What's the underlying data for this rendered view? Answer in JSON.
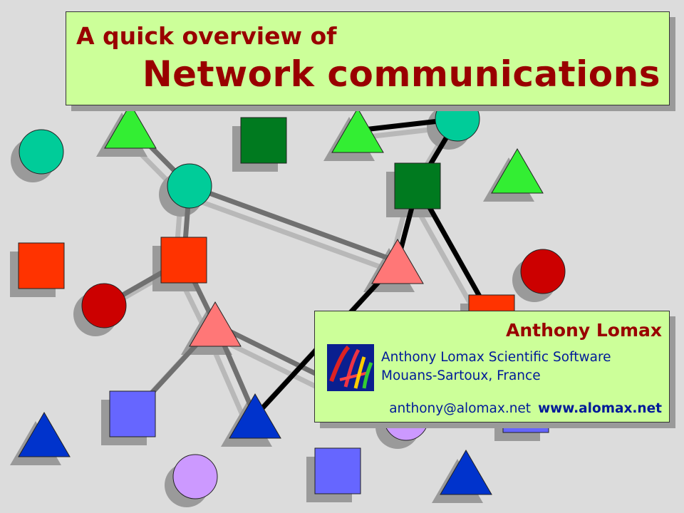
{
  "title": {
    "line1": "A quick overview of",
    "line2": "Network communications"
  },
  "author": {
    "name": "Anthony Lomax",
    "organization": "Anthony Lomax Scientific Software",
    "location": "Mouans-Sartoux, France",
    "email": "anthony@alomax.net",
    "website": "www.alomax.net"
  },
  "colors": {
    "background": "#dcdcdc",
    "card_fill": "#ccff99",
    "title_text": "#990000",
    "detail_text": "#001a99",
    "shadow": "#9a9a9a",
    "link_active": "#000000",
    "link_passive": "#707070"
  },
  "network": {
    "nodes": [
      {
        "id": "t1",
        "shape": "triangle",
        "color": "#33ee33"
      },
      {
        "id": "s1",
        "shape": "square",
        "color": "#007a1f"
      },
      {
        "id": "t2",
        "shape": "triangle",
        "color": "#33ee33"
      },
      {
        "id": "c1",
        "shape": "circle",
        "color": "#00cc99"
      },
      {
        "id": "c2",
        "shape": "circle",
        "color": "#00cc99"
      },
      {
        "id": "c3",
        "shape": "circle",
        "color": "#00cc99"
      },
      {
        "id": "s2",
        "shape": "square",
        "color": "#007a1f"
      },
      {
        "id": "t3",
        "shape": "triangle",
        "color": "#33ee33"
      },
      {
        "id": "s3",
        "shape": "square",
        "color": "#ff3300"
      },
      {
        "id": "s4",
        "shape": "square",
        "color": "#ff3300"
      },
      {
        "id": "t4",
        "shape": "triangle",
        "color": "#ff7777"
      },
      {
        "id": "c4",
        "shape": "circle",
        "color": "#cc0000"
      },
      {
        "id": "c5",
        "shape": "circle",
        "color": "#cc0000"
      },
      {
        "id": "s5",
        "shape": "square",
        "color": "#ff3300"
      },
      {
        "id": "t5",
        "shape": "triangle",
        "color": "#ff7777"
      },
      {
        "id": "s6",
        "shape": "square",
        "color": "#6666ff"
      },
      {
        "id": "t6",
        "shape": "triangle",
        "color": "#0033cc"
      },
      {
        "id": "t7",
        "shape": "triangle",
        "color": "#0033cc"
      },
      {
        "id": "c6",
        "shape": "circle",
        "color": "#cc99ff"
      },
      {
        "id": "s7",
        "shape": "square",
        "color": "#6666ff"
      },
      {
        "id": "t8",
        "shape": "triangle",
        "color": "#0033cc"
      },
      {
        "id": "c7",
        "shape": "circle",
        "color": "#cc99ff"
      },
      {
        "id": "s8",
        "shape": "square",
        "color": "#6666ff"
      }
    ],
    "links": [
      {
        "from": "t1",
        "to": "c2",
        "style": "passive"
      },
      {
        "from": "c2",
        "to": "t4",
        "style": "passive"
      },
      {
        "from": "c2",
        "to": "s3",
        "style": "passive"
      },
      {
        "from": "s3",
        "to": "c4",
        "style": "passive"
      },
      {
        "from": "s3",
        "to": "t5",
        "style": "passive"
      },
      {
        "from": "t5",
        "to": "s6",
        "style": "passive"
      },
      {
        "from": "t5",
        "to": "t7",
        "style": "passive"
      },
      {
        "from": "t5",
        "to": "c6",
        "style": "passive"
      },
      {
        "from": "t2",
        "to": "c3",
        "style": "active"
      },
      {
        "from": "c3",
        "to": "s2",
        "style": "active"
      },
      {
        "from": "s2",
        "to": "t4",
        "style": "active"
      },
      {
        "from": "s2",
        "to": "s5",
        "style": "active"
      },
      {
        "from": "t4",
        "to": "t7",
        "style": "active"
      }
    ]
  }
}
